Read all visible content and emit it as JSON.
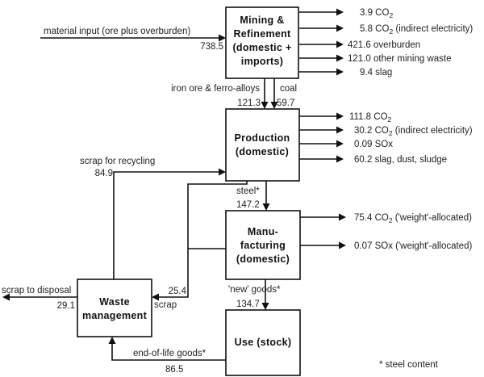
{
  "title": "Steel material flow diagram",
  "boxes": {
    "mining": {
      "lines": [
        "Mining &",
        "Refinement",
        "(domestic +",
        "imports)"
      ]
    },
    "production": {
      "lines": [
        "Production",
        "(domestic)"
      ]
    },
    "manufacturing": {
      "lines": [
        "Manu-",
        "facturing",
        "(domestic)"
      ]
    },
    "use": {
      "lines": [
        "Use (stock)"
      ]
    },
    "waste": {
      "lines": [
        "Waste",
        "management"
      ]
    }
  },
  "flows": {
    "material_input": {
      "label": "material input (ore plus overburden)",
      "value": "738.5"
    },
    "iron_ore": {
      "label": "iron ore & ferro-alloys",
      "value": "121.3"
    },
    "coal": {
      "label": "coal",
      "value": "59.7"
    },
    "steel": {
      "label": "steel*",
      "value": "147.2"
    },
    "new_goods": {
      "label": "'new' goods*",
      "value": "134.7"
    },
    "end_of_life": {
      "label": "end-of-life goods*",
      "value": "86.5"
    },
    "scrap_recycling": {
      "label": "scrap for recycling",
      "value": "84.9"
    },
    "scrap": {
      "label": "scrap",
      "value": "25.4"
    },
    "scrap_disposal": {
      "label": "scrap to disposal",
      "value": "29.1"
    }
  },
  "mining_outputs": [
    {
      "value": "3.9",
      "text": "CO",
      "sub": "2",
      "suffix": ""
    },
    {
      "value": "5.8",
      "text": "CO",
      "sub": "2",
      "suffix": " (indirect electricity)"
    },
    {
      "value": "421.6",
      "text": "overburden",
      "sub": "",
      "suffix": ""
    },
    {
      "value": "121.0",
      "text": "other mining waste",
      "sub": "",
      "suffix": ""
    },
    {
      "value": "9.4",
      "text": "slag",
      "sub": "",
      "suffix": ""
    }
  ],
  "production_outputs": [
    {
      "value": "111.8",
      "text": "CO",
      "sub": "2",
      "suffix": ""
    },
    {
      "value": "30.2",
      "text": "CO",
      "sub": "2",
      "suffix": " (indirect electricity)"
    },
    {
      "value": "0.09",
      "text": "SOx",
      "sub": "",
      "suffix": ""
    },
    {
      "value": "60.2",
      "text": "slag, dust, sludge",
      "sub": "",
      "suffix": ""
    }
  ],
  "manufacturing_outputs": [
    {
      "value": "75.4",
      "text": "CO",
      "sub": "2",
      "suffix": " ('weight'-allocated)"
    },
    {
      "value": "0.07",
      "text": "SOx",
      "sub": "",
      "suffix": " ('weight'-allocated)"
    }
  ],
  "footnote": "* steel content"
}
